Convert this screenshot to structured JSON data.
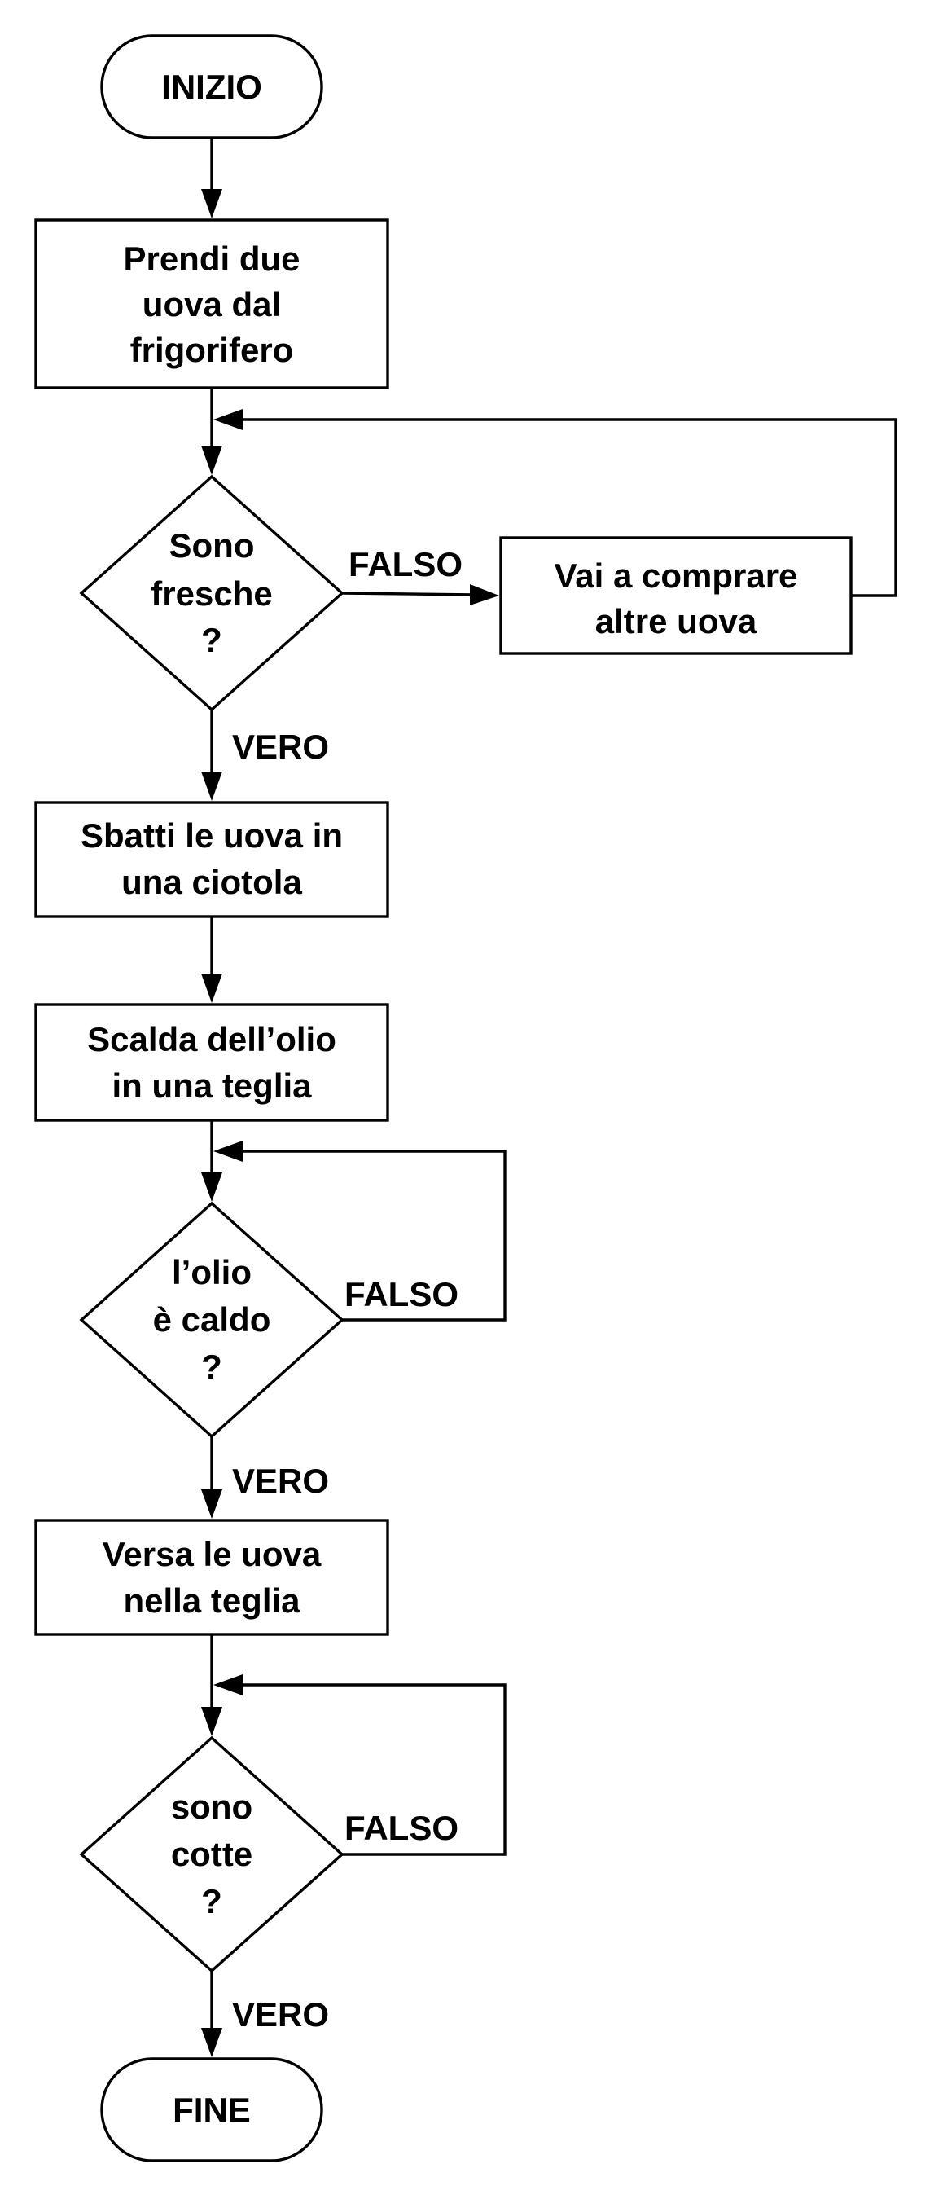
{
  "diagram": {
    "start": "INIZIO",
    "end": "FINE",
    "steps": {
      "take_eggs": [
        "Prendi due",
        "uova dal",
        "frigorifero"
      ],
      "buy_eggs": [
        "Vai a comprare",
        "altre uova"
      ],
      "beat_eggs": [
        "Sbatti le uova in",
        "una ciotola"
      ],
      "heat_oil": [
        "Scalda dell’olio",
        "in una teglia"
      ],
      "pour_eggs": [
        "Versa le uova",
        "nella teglia"
      ]
    },
    "decisions": {
      "fresh": [
        "Sono",
        "fresche",
        "?"
      ],
      "oil_hot": [
        "l’olio",
        "è caldo",
        "?"
      ],
      "cooked": [
        "sono",
        "cotte",
        "?"
      ]
    },
    "labels": {
      "true": "VERO",
      "false": "FALSO"
    }
  }
}
